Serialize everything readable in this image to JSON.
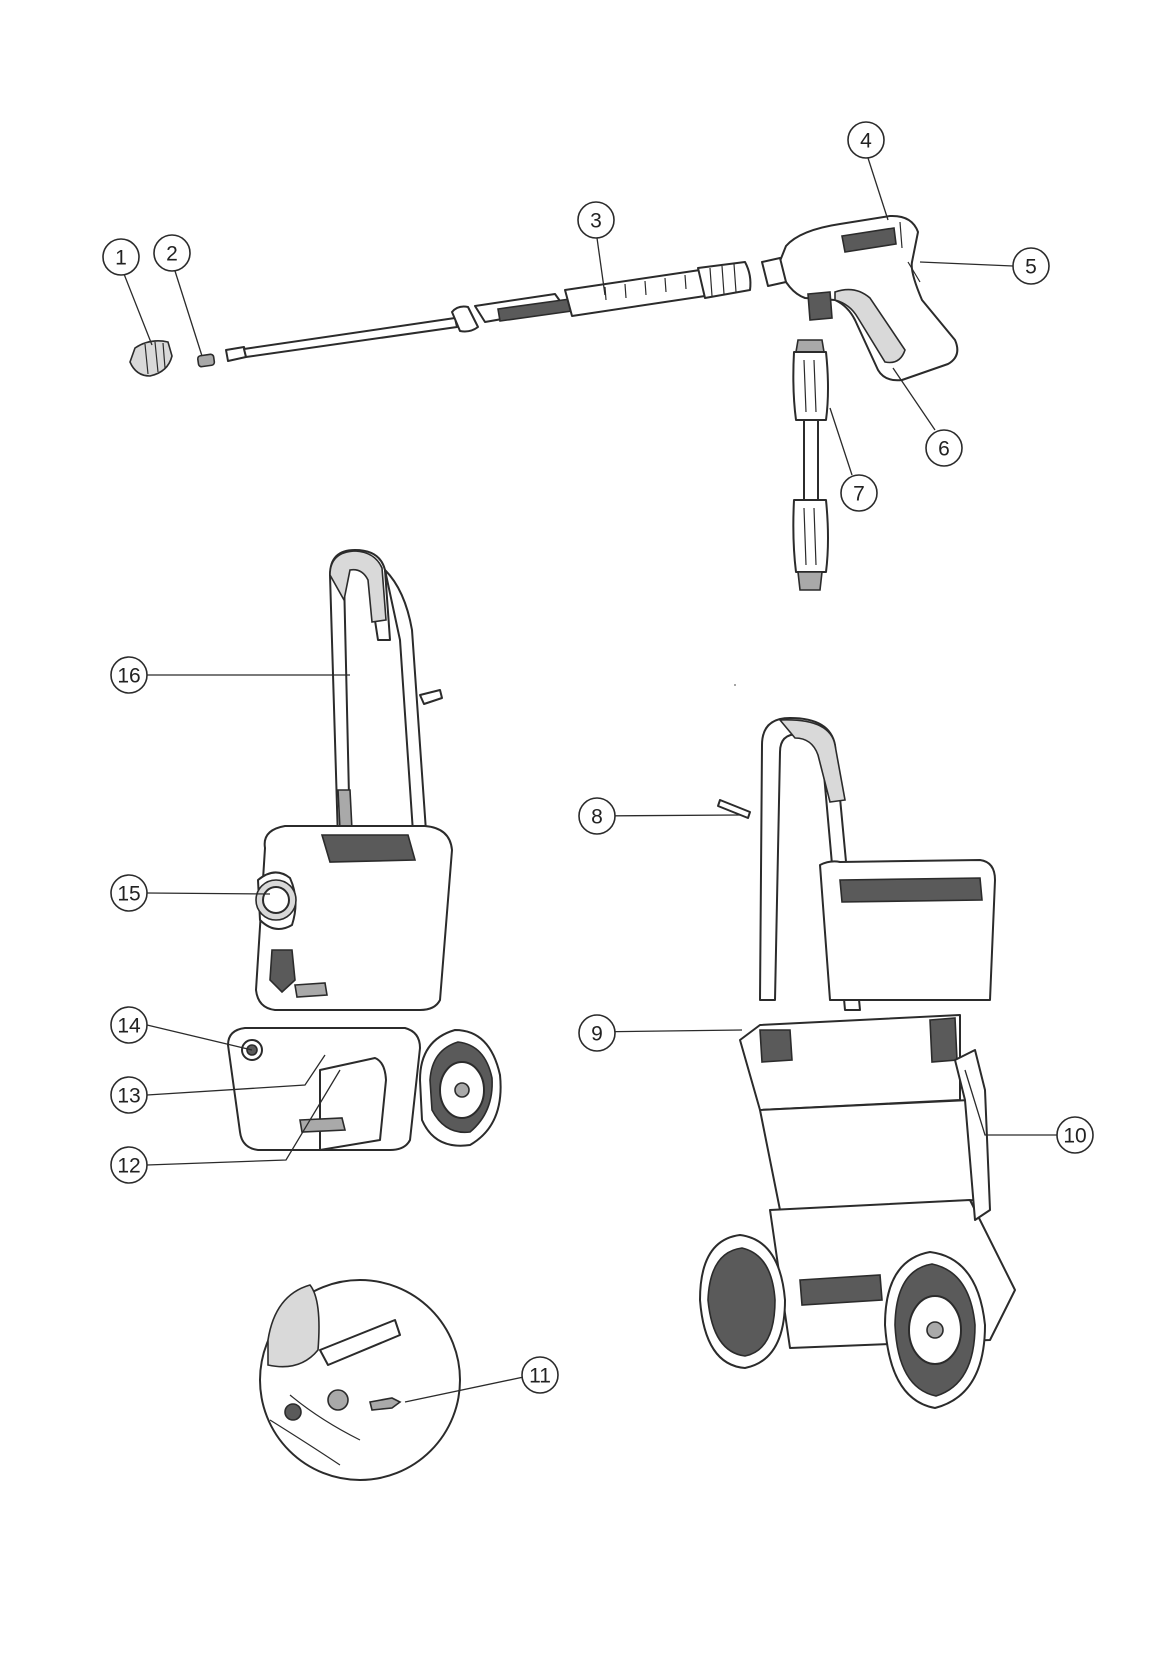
{
  "colors": {
    "line": "#2b2b2b",
    "dark": "#5a5a5a",
    "mid": "#a9a9a9",
    "light": "#d9d9d9",
    "background": "#ffffff"
  },
  "callouts": [
    {
      "id": "c1",
      "label": "1"
    },
    {
      "id": "c2",
      "label": "2"
    },
    {
      "id": "c3",
      "label": "3"
    },
    {
      "id": "c4",
      "label": "4"
    },
    {
      "id": "c5",
      "label": "5"
    },
    {
      "id": "c6",
      "label": "6"
    },
    {
      "id": "c7",
      "label": "7"
    },
    {
      "id": "c8",
      "label": "8"
    },
    {
      "id": "c9",
      "label": "9"
    },
    {
      "id": "c10",
      "label": "10"
    },
    {
      "id": "c11",
      "label": "11"
    },
    {
      "id": "c12",
      "label": "12"
    },
    {
      "id": "c13",
      "label": "13"
    },
    {
      "id": "c14",
      "label": "14"
    },
    {
      "id": "c15",
      "label": "15"
    },
    {
      "id": "c16",
      "label": "16"
    }
  ]
}
